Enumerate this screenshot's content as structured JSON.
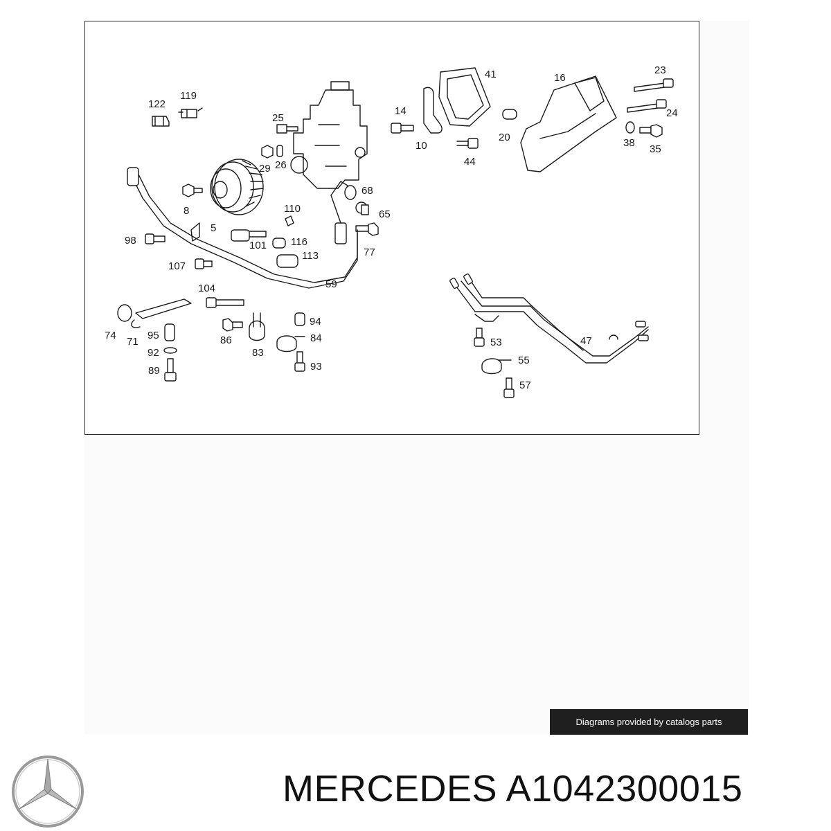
{
  "diagram": {
    "callouts": [
      {
        "id": "122",
        "text": "122"
      },
      {
        "id": "119",
        "text": "119"
      },
      {
        "id": "25",
        "text": "25"
      },
      {
        "id": "29",
        "text": "29"
      },
      {
        "id": "26",
        "text": "26"
      },
      {
        "id": "14",
        "text": "14"
      },
      {
        "id": "10",
        "text": "10"
      },
      {
        "id": "41",
        "text": "41"
      },
      {
        "id": "44",
        "text": "44"
      },
      {
        "id": "20",
        "text": "20"
      },
      {
        "id": "16",
        "text": "16"
      },
      {
        "id": "23",
        "text": "23"
      },
      {
        "id": "24",
        "text": "24"
      },
      {
        "id": "38",
        "text": "38"
      },
      {
        "id": "35",
        "text": "35"
      },
      {
        "id": "8",
        "text": "8"
      },
      {
        "id": "5",
        "text": "5"
      },
      {
        "id": "110",
        "text": "110"
      },
      {
        "id": "68",
        "text": "68"
      },
      {
        "id": "65",
        "text": "65"
      },
      {
        "id": "98",
        "text": "98"
      },
      {
        "id": "101",
        "text": "101"
      },
      {
        "id": "116",
        "text": "116"
      },
      {
        "id": "77",
        "text": "77"
      },
      {
        "id": "107",
        "text": "107"
      },
      {
        "id": "113",
        "text": "113"
      },
      {
        "id": "59",
        "text": "59"
      },
      {
        "id": "104",
        "text": "104"
      },
      {
        "id": "74",
        "text": "74"
      },
      {
        "id": "71",
        "text": "71"
      },
      {
        "id": "95",
        "text": "95"
      },
      {
        "id": "92",
        "text": "92"
      },
      {
        "id": "89",
        "text": "89"
      },
      {
        "id": "86",
        "text": "86"
      },
      {
        "id": "94",
        "text": "94"
      },
      {
        "id": "84",
        "text": "84"
      },
      {
        "id": "83",
        "text": "83"
      },
      {
        "id": "93",
        "text": "93"
      },
      {
        "id": "47",
        "text": "47"
      },
      {
        "id": "53",
        "text": "53"
      },
      {
        "id": "55",
        "text": "55"
      },
      {
        "id": "57",
        "text": "57"
      }
    ]
  },
  "caption": "Diagrams provided by catalogs parts",
  "brand": "MERCEDES",
  "part_number": "A1042300015",
  "logo_icon": "mercedes-star-icon"
}
